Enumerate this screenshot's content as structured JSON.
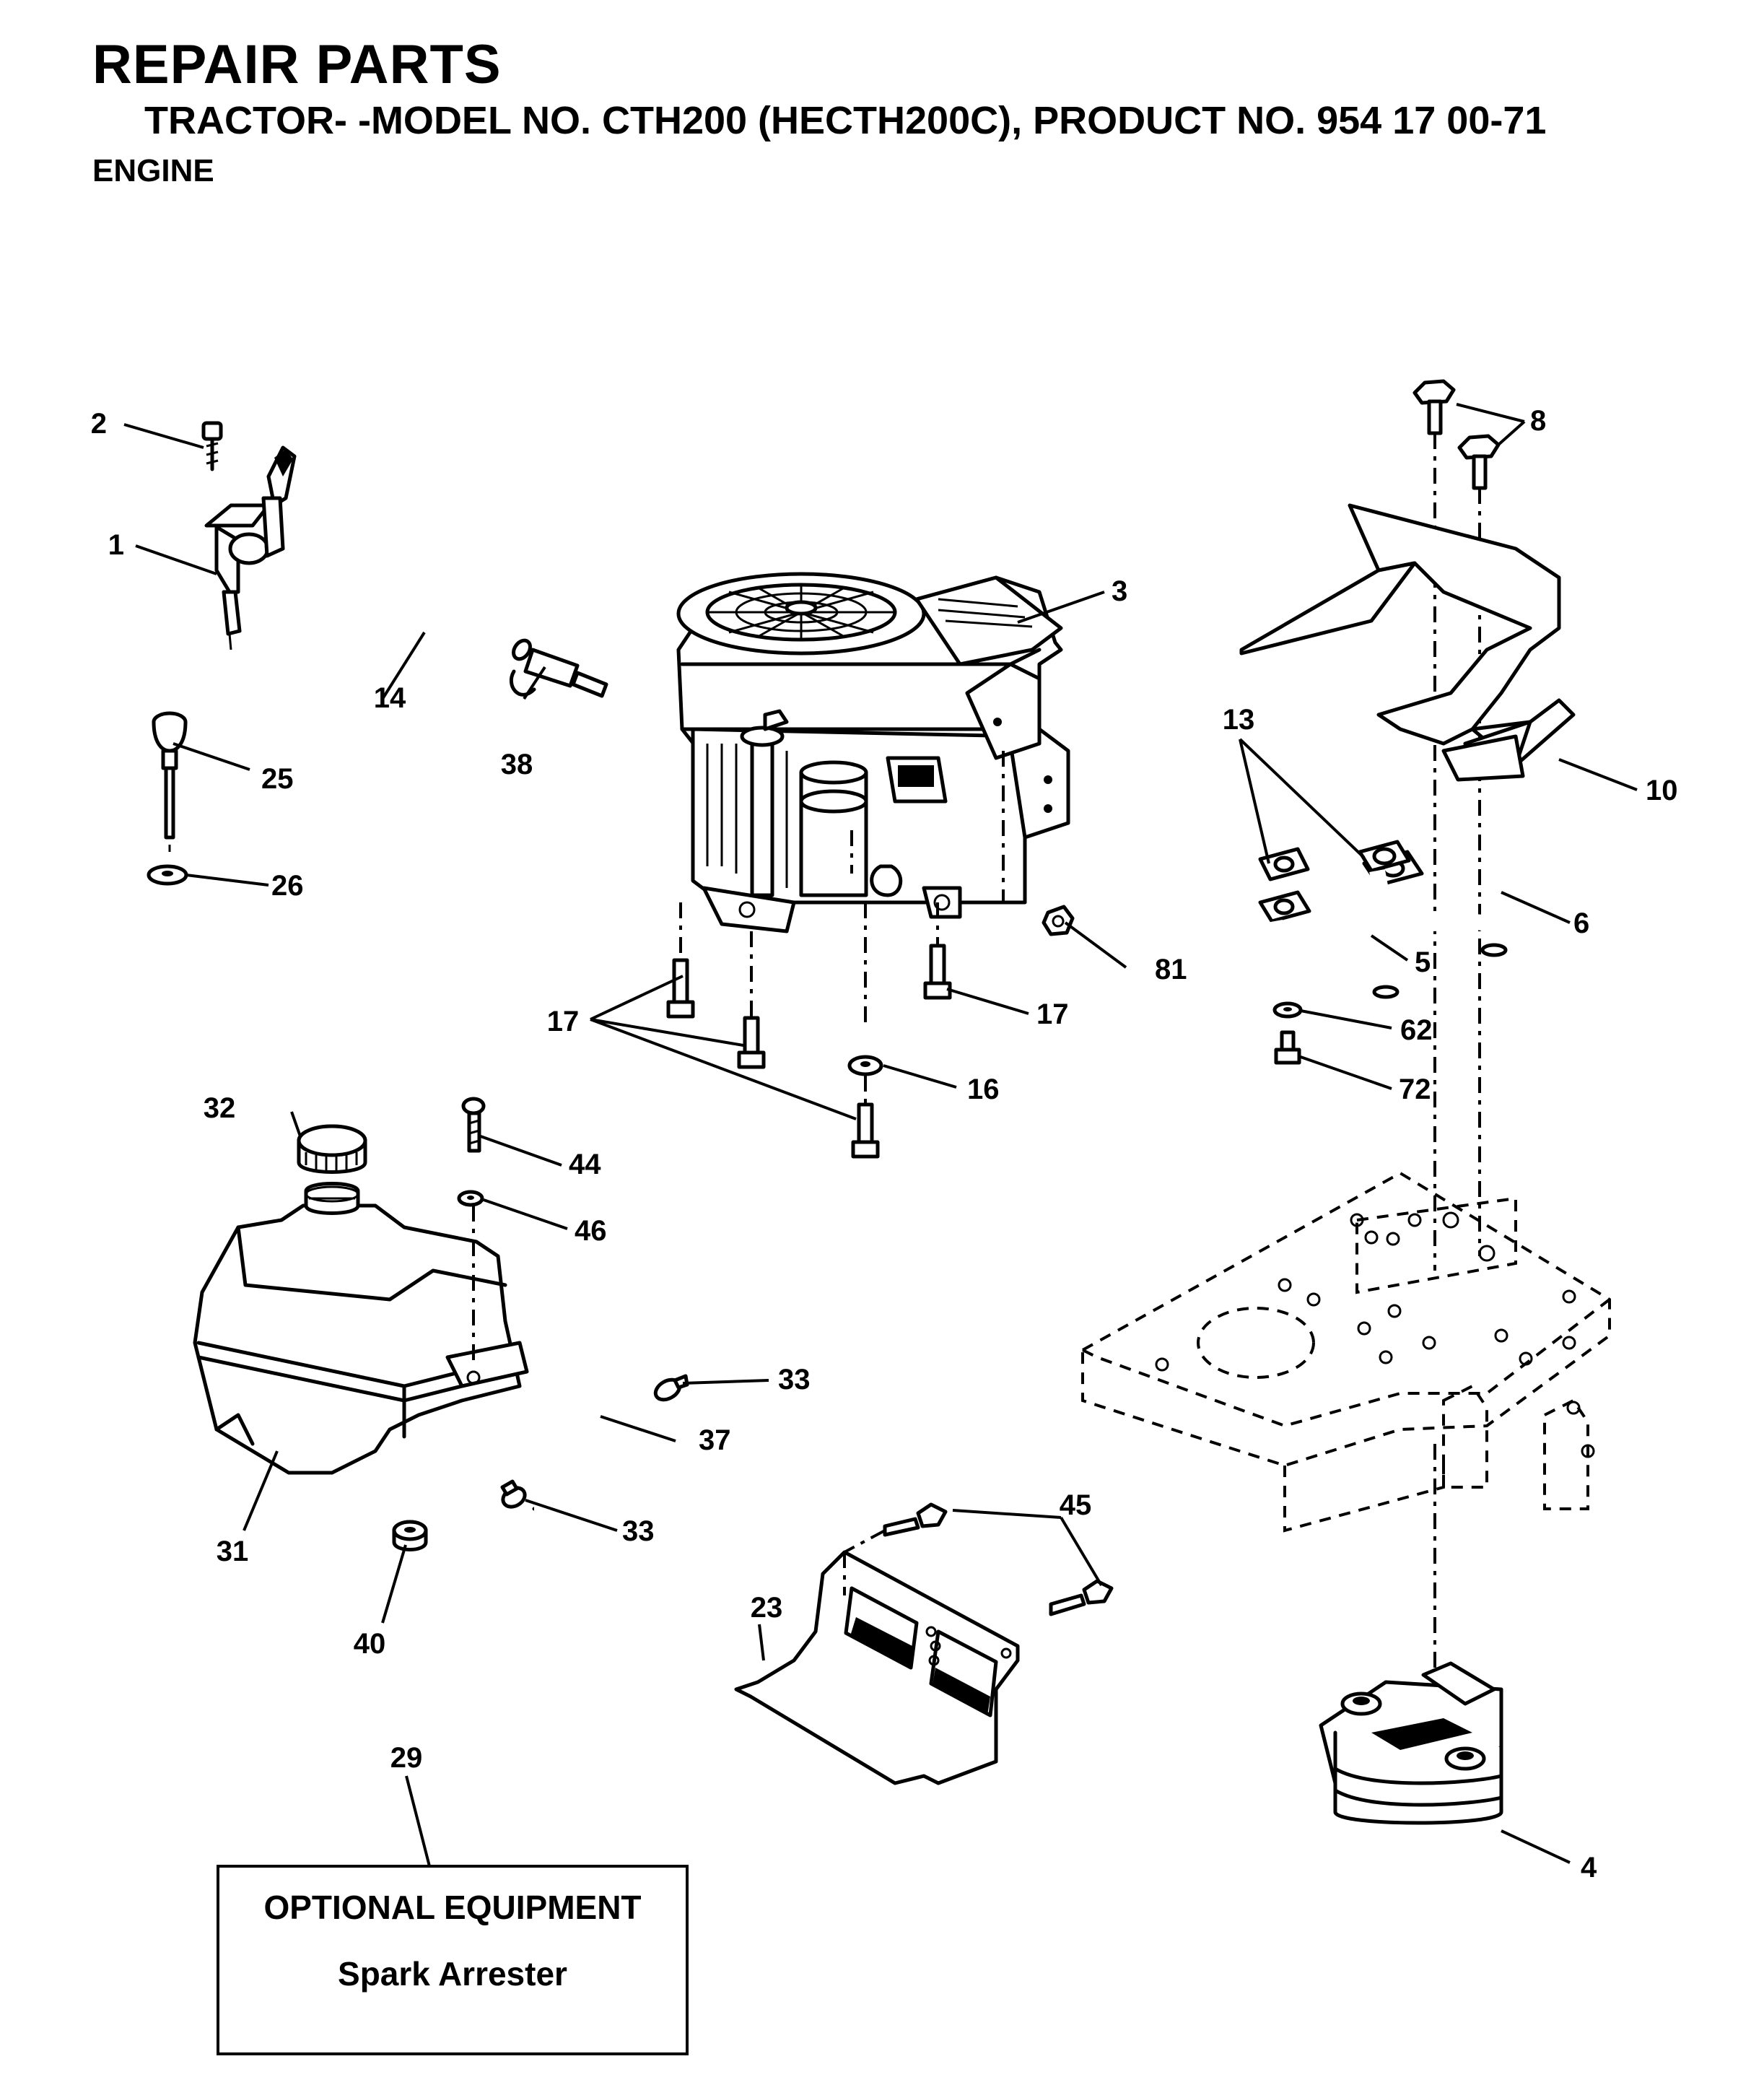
{
  "header": {
    "title": "REPAIR PARTS",
    "subtitle": "TRACTOR- -MODEL NO. CTH200 (HECTH200C), PRODUCT NO. 954 17 00-71",
    "section": "ENGINE"
  },
  "callouts": {
    "c1": "1",
    "c2": "2",
    "c3": "3",
    "c4": "4",
    "c5": "5",
    "c6": "6",
    "c8": "8",
    "c10": "10",
    "c13": "13",
    "c14": "14",
    "c16": "16",
    "c17a": "17",
    "c17b": "17",
    "c23": "23",
    "c25": "25",
    "c26": "26",
    "c29": "29",
    "c31": "31",
    "c32": "32",
    "c33a": "33",
    "c33b": "33",
    "c37": "37",
    "c38": "38",
    "c40": "40",
    "c44": "44",
    "c45": "45",
    "c46": "46",
    "c62": "62",
    "c72": "72",
    "c81": "81"
  },
  "optional_box": {
    "heading": "OPTIONAL EQUIPMENT",
    "item": "Spark Arrester"
  }
}
